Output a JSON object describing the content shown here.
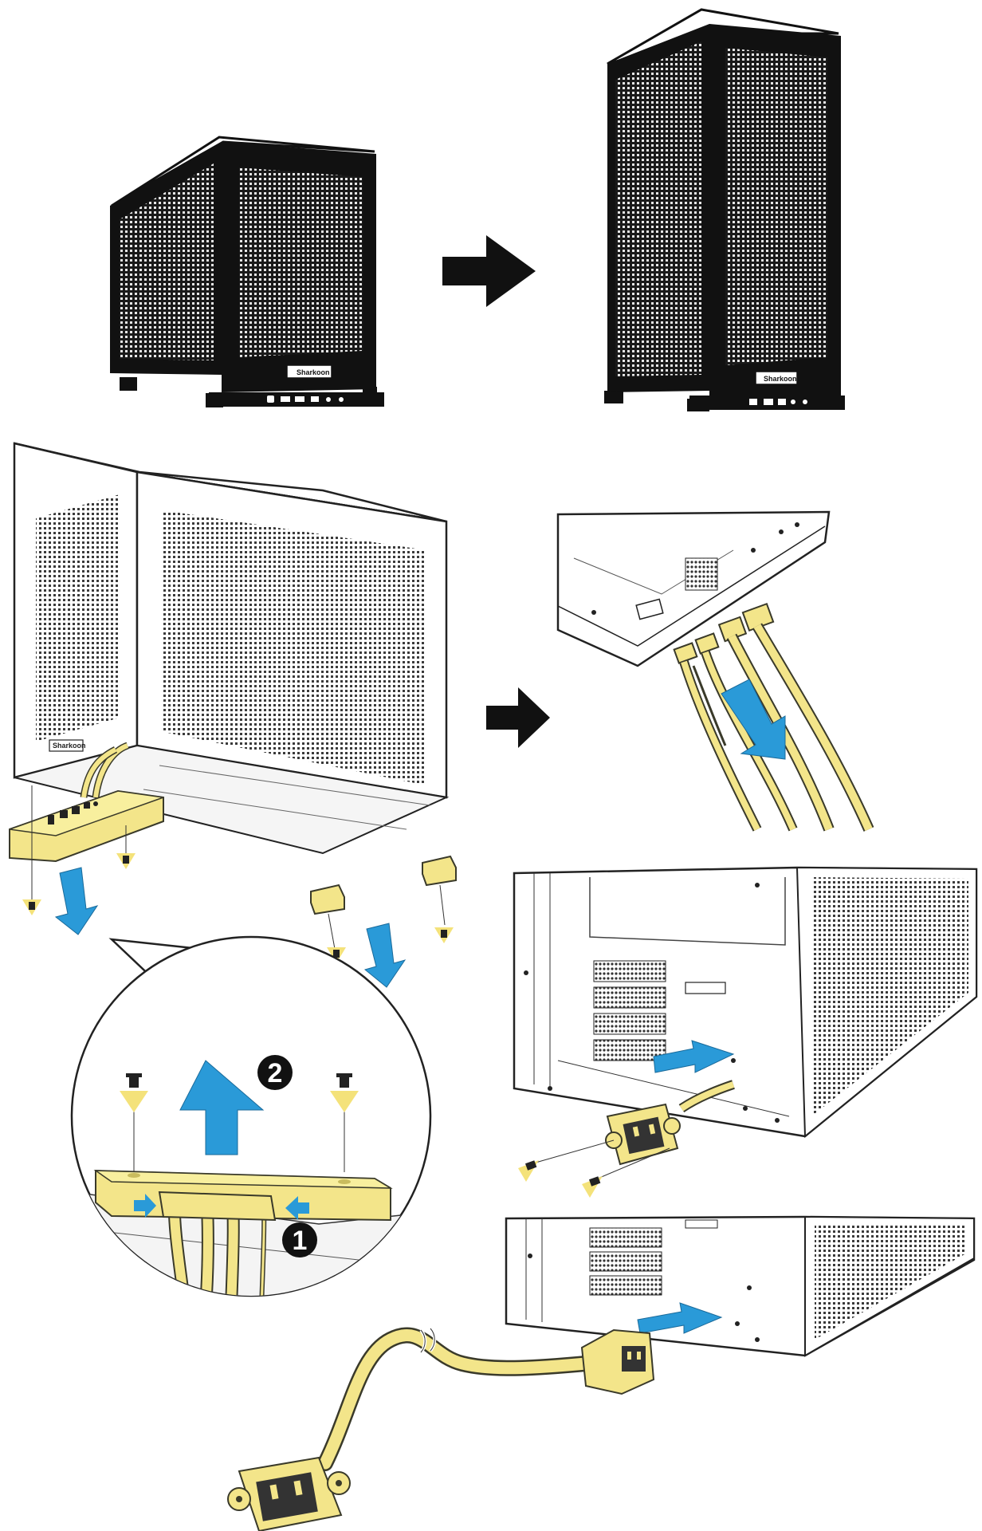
{
  "brand": {
    "logo_text": "Sharkoon"
  },
  "steps": {
    "step1": "1",
    "step2": "2"
  },
  "colors": {
    "cable_yellow": "#f3e58a",
    "cable_outline": "#3a3a2a",
    "arrow_blue": "#2a9ad8",
    "case_dark": "#111111",
    "screw_marker_yellow": "#f4e27a",
    "background": "#ffffff"
  },
  "icons": {
    "direction_arrow": "black-right-arrow",
    "removal_arrow": "blue-arrow",
    "screw": "screw-icon",
    "step_badge": "numbered-circle"
  }
}
